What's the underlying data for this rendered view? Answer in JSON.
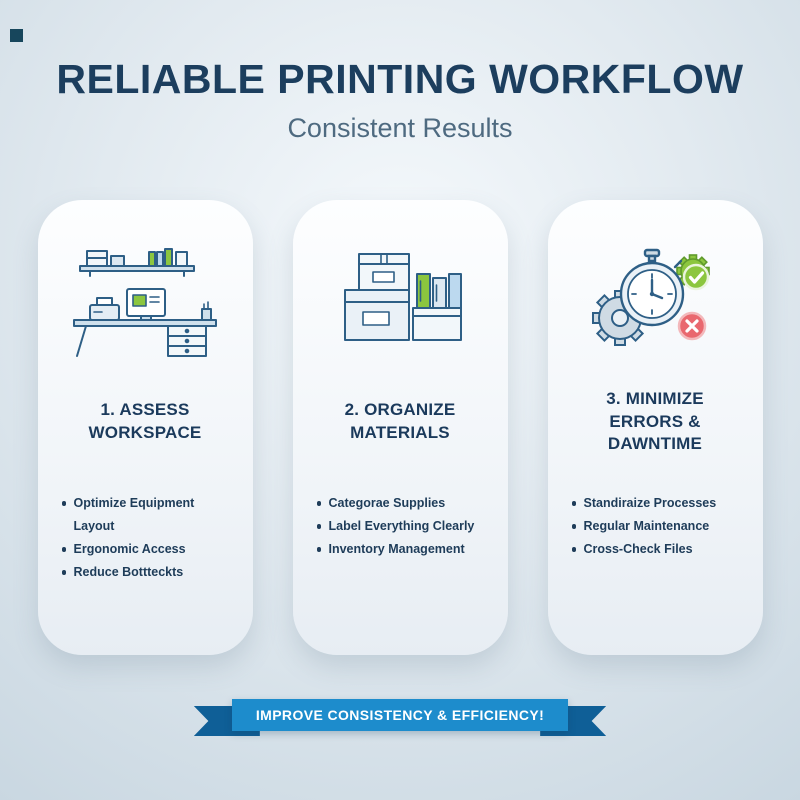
{
  "page": {
    "title": "RELIABLE PRINTING WORKFLOW",
    "subtitle": "Consistent Results"
  },
  "cards": [
    {
      "icon": "desk-workspace-icon",
      "title": "1. ASSESS WORKSPACE",
      "bullets": [
        "Optimize Equipment Layout",
        "Ergonomic Access",
        "Reduce Bottteckts"
      ]
    },
    {
      "icon": "storage-boxes-icon",
      "title": "2. ORGANIZE MATERIALS",
      "bullets": [
        "Categorae Supplies",
        "Label Everything Clearly",
        "Inventory Management"
      ]
    },
    {
      "icon": "stopwatch-gear-icon",
      "title": "3. MINIMIZE ERRORS & DAWNTIME",
      "bullets": [
        "Standiraize Processes",
        "Regular Maintenance",
        "Cross-Check Files"
      ]
    }
  ],
  "banner": {
    "label": "IMPROVE CONSISTENCY & EFFICIENCY!"
  },
  "colors": {
    "navy_text": "#1c3e5e",
    "subtitle_text": "#4e6a80",
    "ribbon_blue": "#1d8ccc",
    "ribbon_dark_blue": "#0f5f97",
    "accent_green": "#8cc63f",
    "accent_red": "#e9686f",
    "line_navy": "#2e5f86"
  }
}
